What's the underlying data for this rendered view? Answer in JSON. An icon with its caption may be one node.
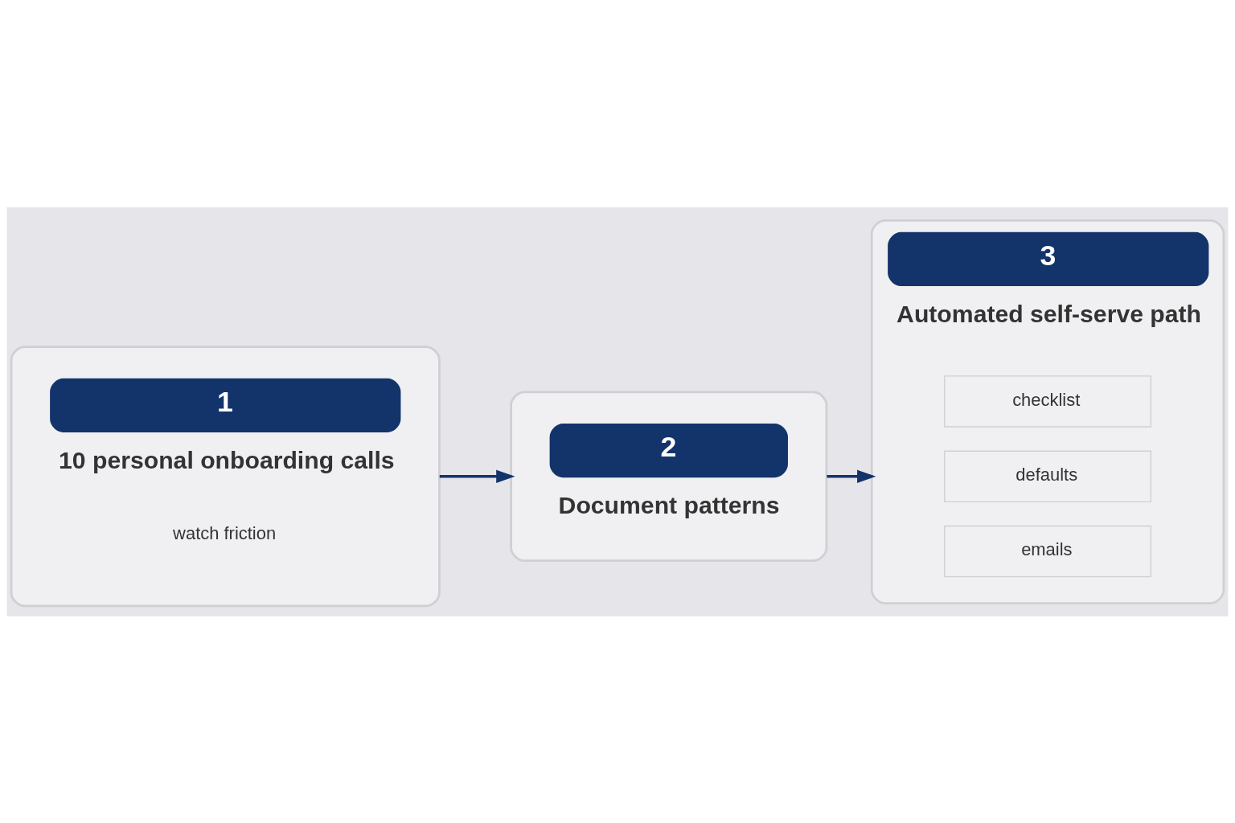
{
  "diagram": {
    "nodes": [
      {
        "text": [
          "1",
          "10 personal onboarding calls",
          "watch friction"
        ]
      },
      {
        "text": [
          "2",
          "Document patterns"
        ]
      },
      {
        "text": [
          "3",
          "Automated self-serve path"
        ]
      },
      {
        "text": [
          "emails"
        ],
        "in": 2
      },
      {
        "text": [
          "defaults"
        ],
        "in": 2
      },
      {
        "text": [
          "checklist"
        ],
        "in": 2
      }
    ],
    "edges": [
      {
        "from": 0,
        "to": 1,
        "arrow": "to"
      },
      {
        "from": 1,
        "to": 2,
        "arrow": "to"
      }
    ]
  }
}
